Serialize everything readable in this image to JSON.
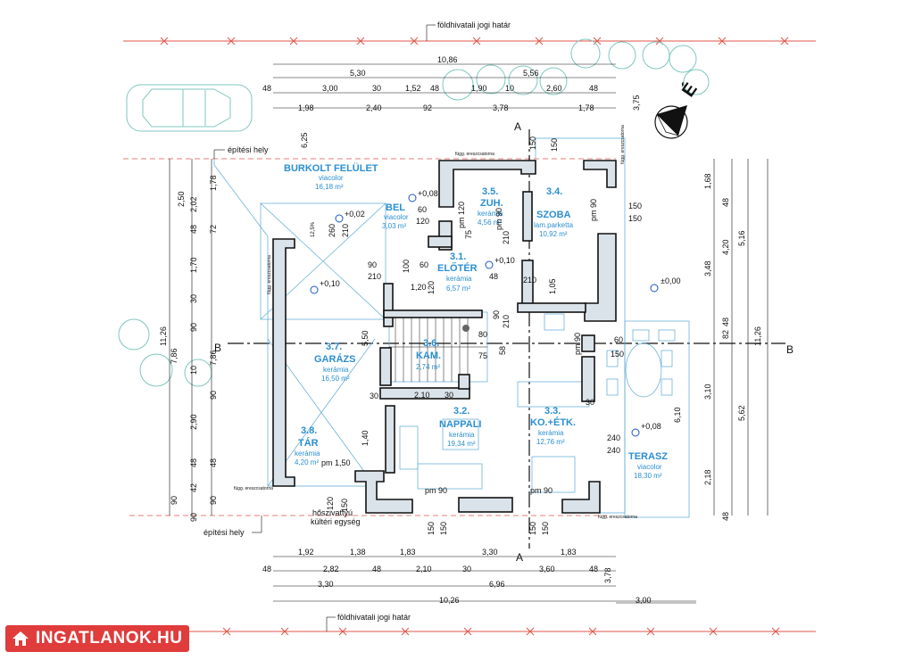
{
  "plan": {
    "boundary_label": "földhivatali jogi határ",
    "building_line_label": "építési hely",
    "north_label": "É",
    "section_letters": {
      "a": "A",
      "b": "B"
    },
    "rooms": [
      {
        "id": "burkolt",
        "name": "BURKOLT FELÜLET",
        "material": "viacolor",
        "area": "16,18 m²"
      },
      {
        "id": "bel",
        "name": "BEL",
        "material": "viacolor",
        "area": "3,03 m²"
      },
      {
        "id": "zuh",
        "num": "3.5.",
        "name": "ZUH.",
        "material": "kerámia",
        "area": "4,56 m²"
      },
      {
        "id": "szoba",
        "num": "3.4.",
        "name": "SZOBA",
        "material": "lam.parketta",
        "area": "10,92 m²"
      },
      {
        "id": "eloter",
        "num": "3.1.",
        "name": "ELŐTÉR",
        "material": "kerámia",
        "area": "6,57 m²"
      },
      {
        "id": "garazs",
        "num": "3.7.",
        "name": "GARÁZS",
        "material": "kerámia",
        "area": "16,50 m²"
      },
      {
        "id": "kam",
        "num": "3.6.",
        "name": "KAM.",
        "area": "2,74 m²"
      },
      {
        "id": "nappali",
        "num": "3.2.",
        "name": "NAPPALI",
        "material": "kerámia",
        "area": "19,34 m²"
      },
      {
        "id": "konyha",
        "num": "3.3.",
        "name": "KO.+ÉTK.",
        "material": "kerámia",
        "area": "12,76 m²"
      },
      {
        "id": "tar",
        "num": "3.8.",
        "name": "TÁR",
        "material": "kerámia",
        "area": "4,20 m²"
      },
      {
        "id": "terasz",
        "name": "TERASZ",
        "material": "viacolor",
        "area": "18,30 m²"
      }
    ],
    "levels": {
      "l1": "+0,08",
      "l2": "+0,02",
      "l3": "+0,10",
      "l4": "+0,10",
      "l5": "±0,00",
      "l6": "+0,08"
    },
    "notes": {
      "pump": "hőszivattyú",
      "pump2": "kültéri egység",
      "drain1": "függ. ereszcsatorna",
      "drain2": "függ. ereszcsatorna",
      "drain3": "függ. ereszcsatorna",
      "drain4": "függ. ereszcsatorna",
      "drain5": "függ. ereszcsatorna"
    },
    "top_dims": {
      "total": "10,86",
      "r1": [
        "5,30",
        "5,56"
      ],
      "r2": [
        "48",
        "3,00",
        "30",
        "1,52",
        "48",
        "1,90",
        "10",
        "2,60",
        "48"
      ],
      "r3": [
        "1,98",
        "2,40",
        "92",
        "3,78",
        "1,78"
      ]
    },
    "bottom_dims": {
      "r1": [
        "1,92",
        "1,38",
        "1,83",
        "3,30",
        "1,83"
      ],
      "r2": [
        "48",
        "2,82",
        "48",
        "2,10",
        "30",
        "3,60",
        "48"
      ],
      "r3": [
        "3,30",
        "6,96"
      ],
      "total": "10,26",
      "terrace": "3,00"
    },
    "left_dims": {
      "outer": "11,26",
      "a": [
        "2,50",
        "6,25"
      ],
      "b": [
        "2,02",
        "72",
        "1,70",
        "30",
        "10",
        "7,86",
        "2,90",
        "48",
        "42",
        "90"
      ],
      "c": [
        "1,78",
        "48",
        "90",
        "90",
        "7,86",
        "90",
        "48",
        "90"
      ]
    },
    "right_dims": {
      "outer": "11,26",
      "a": [
        "1,68",
        "48",
        "4,20",
        "82",
        "5,62",
        "48",
        "48"
      ],
      "b": [
        "5,16",
        "3,48",
        "6,10",
        "3,10",
        "2,18"
      ],
      "c": "3,75",
      "d": "3,78"
    },
    "interior_texts": {
      "d60a": "60",
      "d120a": "120",
      "d260": "260",
      "d210a": "210",
      "d12": "12,5%",
      "pm90a": "pm 90",
      "pm120": "pm 120",
      "pm90b": "pm 90",
      "d75a": "75",
      "d210b": "210",
      "d90a": "90",
      "d210c": "210",
      "d100": "100",
      "d120b": "1,20",
      "d60b": "60",
      "d48a": "48",
      "d120c": "120",
      "d210d": "210",
      "d105": "1,05",
      "d150a": "150",
      "d150b": "150",
      "d150c": "150",
      "d150d": "150",
      "d90b": "90",
      "d210e": "210",
      "d80": "80",
      "d58": "58",
      "d75b": "75",
      "d210f": "2,10",
      "d30": "30",
      "d550": "5,50",
      "d60c": "60",
      "d150e": "150",
      "pm90c": "pm 90",
      "d240a": "240",
      "d240b": "240",
      "d30b": "30",
      "d140": "1,40",
      "pm150": "pm 1,50",
      "pm90d": "pm 90",
      "pm90e": "pm 90",
      "d120d": "120",
      "d150f": "150",
      "d150g": "150",
      "d150h": "150",
      "d150i": "150",
      "d150j": "150",
      "d30c": "30"
    }
  },
  "watermark": {
    "text": "INGATLANOK.HU",
    "color": "#e03c3c"
  }
}
